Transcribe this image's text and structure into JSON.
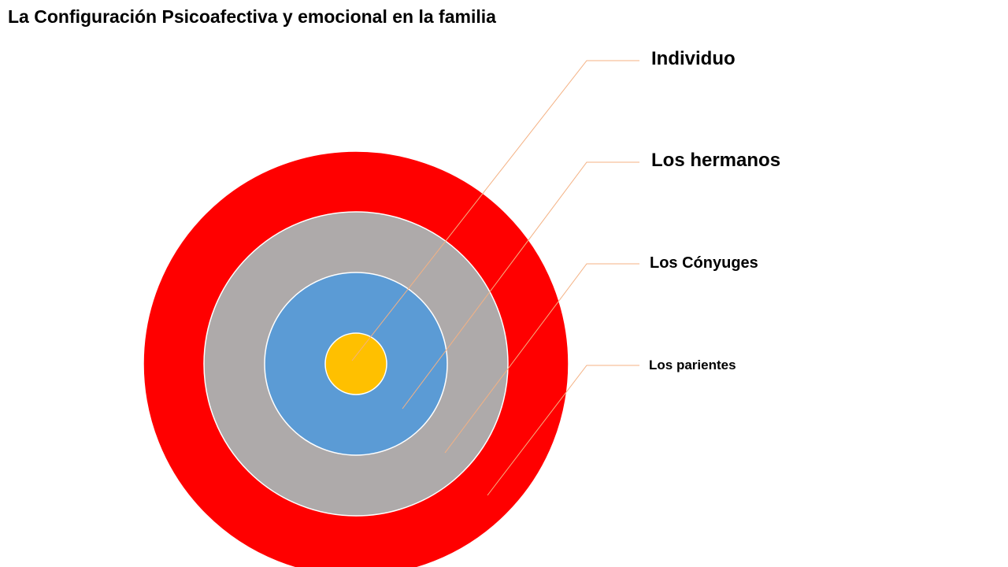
{
  "title": "La Configuración Psicoafectiva y emocional en la familia",
  "rings": [
    {
      "label": "Individuo",
      "color": "#FFC000"
    },
    {
      "label": "Los hermanos",
      "color": "#5B9BD5"
    },
    {
      "label": "Los Cónyuges",
      "color": "#AEAAAA"
    },
    {
      "label": "Los parientes",
      "color": "#FF0000"
    }
  ],
  "leader_color": "#F4B183"
}
